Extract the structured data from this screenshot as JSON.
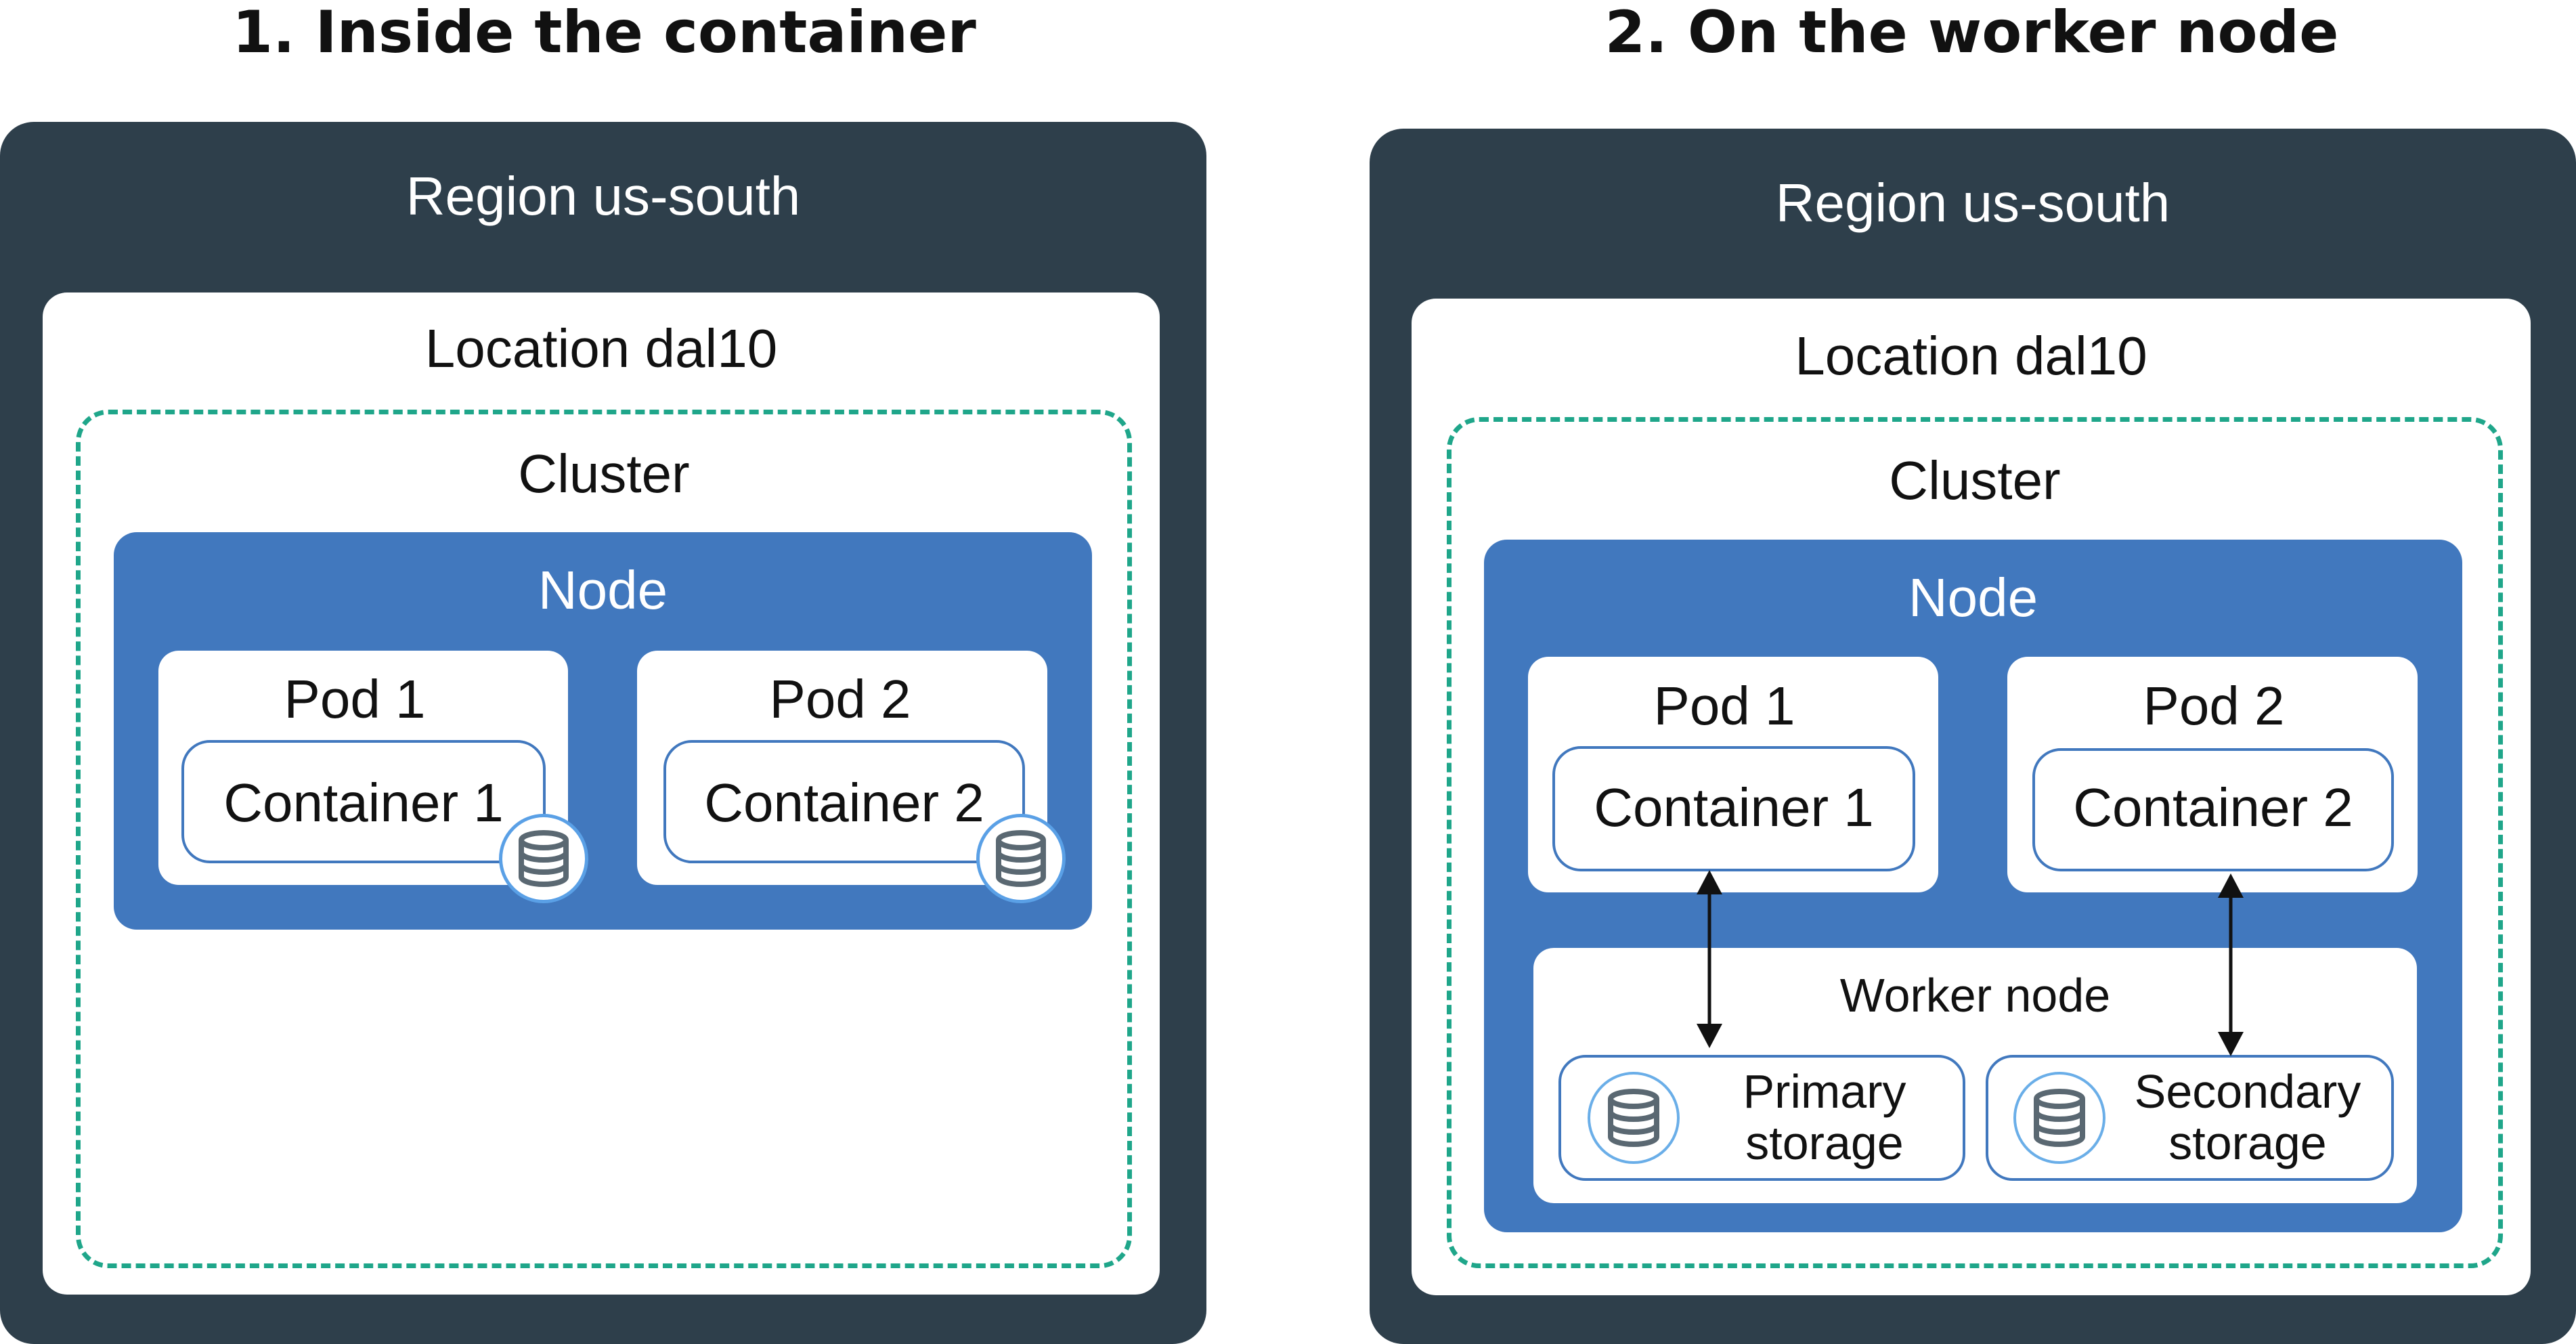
{
  "panels": [
    {
      "heading": "1. Inside the container",
      "region_label": "Region us-south",
      "location_label": "Location dal10",
      "cluster_label": "Cluster",
      "node_label": "Node",
      "pods": [
        {
          "label": "Pod 1",
          "container_label": "Container 1"
        },
        {
          "label": "Pod 2",
          "container_label": "Container 2"
        }
      ]
    },
    {
      "heading": "2. On the worker node",
      "region_label": "Region us-south",
      "location_label": "Location dal10",
      "cluster_label": "Cluster",
      "node_label": "Node",
      "pods": [
        {
          "label": "Pod 1",
          "container_label": "Container 1"
        },
        {
          "label": "Pod 2",
          "container_label": "Container 2"
        }
      ],
      "worker_node_label": "Worker node",
      "storages": [
        {
          "line1": "Primary",
          "line2": "storage"
        },
        {
          "line1": "Secondary",
          "line2": "storage"
        }
      ]
    }
  ],
  "icons": {
    "database": "database-icon",
    "arrow": "double-arrow"
  },
  "colors": {
    "region_bg": "#2e3f4b",
    "node_bg": "#4178be",
    "cluster_dash": "#1fa68a",
    "icon_gray": "#5a6872"
  }
}
